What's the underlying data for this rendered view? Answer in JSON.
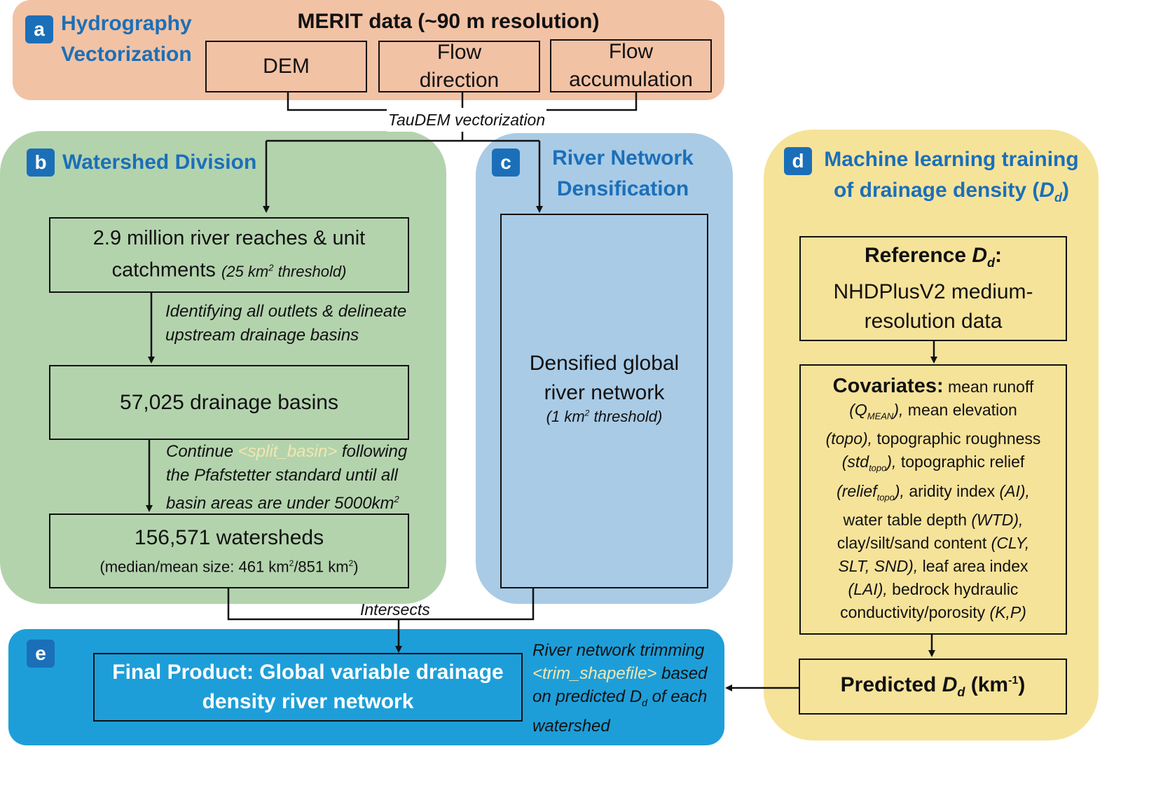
{
  "panel_a": {
    "badge": "a",
    "title_line1": "Hydrography",
    "title_line2": "Vectorization",
    "header": "MERIT data (~90 m resolution)",
    "box_dem": "DEM",
    "box_flowdir_1": "Flow",
    "box_flowdir_2": "direction",
    "box_flowacc_1": "Flow",
    "box_flowacc_2": "accumulation",
    "link_label": "TauDEM vectorization"
  },
  "panel_b": {
    "badge": "b",
    "title": "Watershed Division",
    "box1_line1": "2.9 million river reaches & unit",
    "box1_line2_a": "catchments",
    "box1_line2_b": "(25 km",
    "box1_line2_sup": "2",
    "box1_line2_c": "threshold)",
    "step1_line1": "Identifying all outlets & delineate",
    "step1_line2": "upstream drainage basins",
    "box2": "57,025 drainage basins",
    "step2_line1_a": "Continue",
    "step2_line1_code": "<split_basin>",
    "step2_line1_b": "following",
    "step2_line2": "the Pfafstetter standard until all",
    "step2_line3_a": "basin areas are under 5000km",
    "step2_line3_sup": "2",
    "box3_line1": "156,571 watersheds",
    "box3_line2_a": "(median/mean size: 461 km",
    "box3_line2_sup1": "2",
    "box3_line2_b": "/851 km",
    "box3_line2_sup2": "2",
    "box3_line2_c": ")"
  },
  "panel_c": {
    "badge": "c",
    "title_line1": "River Network",
    "title_line2": "Densification",
    "box_line1": "Densified global",
    "box_line2": "river network",
    "box_line3_a": "(1 km",
    "box_line3_sup": "2",
    "box_line3_b": "threshold)"
  },
  "panel_d": {
    "badge": "d",
    "title_line1": "Machine learning training",
    "title_line2_a": "of drainage density (",
    "title_line2_D": "D",
    "title_line2_sub": "d",
    "title_line2_b": ")",
    "ref_line1_a": "Reference",
    "ref_line1_D": "D",
    "ref_line1_sub": "d",
    "ref_line1_b": ":",
    "ref_line2": "NHDPlusV2 medium-",
    "ref_line3": "resolution data",
    "cov_head": "Covariates:",
    "cov_1": "mean runoff",
    "cov_2_a": "(Q",
    "cov_2_sub": "MEAN",
    "cov_2_b": "),",
    "cov_2_c": "mean elevation",
    "cov_3_a": "(topo),",
    "cov_3_b": "topographic roughness",
    "cov_4_a": "(std",
    "cov_4_sub": "topo",
    "cov_4_b": "),",
    "cov_4_c": "topographic relief",
    "cov_5_a": "(relief",
    "cov_5_sub": "topo",
    "cov_5_b": "),",
    "cov_5_c": "aridity index",
    "cov_5_d": "(AI),",
    "cov_6_a": "water table depth",
    "cov_6_b": "(WTD),",
    "cov_7_a": "clay/silt/sand content",
    "cov_7_b": "(CLY,",
    "cov_8_a": "SLT, SND),",
    "cov_8_b": "leaf area index",
    "cov_9_a": "(LAI),",
    "cov_9_b": "bedrock hydraulic",
    "cov_10_a": "conductivity/porosity",
    "cov_10_b": "(K,P)",
    "pred_a": "Predicted",
    "pred_D": "D",
    "pred_sub": "d",
    "pred_b": "(km",
    "pred_sup": "-1",
    "pred_c": ")"
  },
  "panel_e": {
    "badge": "e",
    "intersect_label": "Intersects",
    "final_line1": "Final Product: Global variable drainage",
    "final_line2": "density river network",
    "trim_line1": "River network trimming",
    "trim_line2_code": "<trim_shapefile>",
    "trim_line2_b": "based",
    "trim_line3_a": "on predicted",
    "trim_line3_D": "D",
    "trim_line3_sub": "d",
    "trim_line3_b": "of each",
    "trim_line4": "watershed"
  },
  "colors": {
    "panel_a": "#f2c2a5",
    "panel_b": "#b3d3ad",
    "panel_c": "#a9cbe6",
    "panel_d": "#f6e39a",
    "panel_e": "#1e9ed8",
    "accent": "#1b6fb8"
  }
}
